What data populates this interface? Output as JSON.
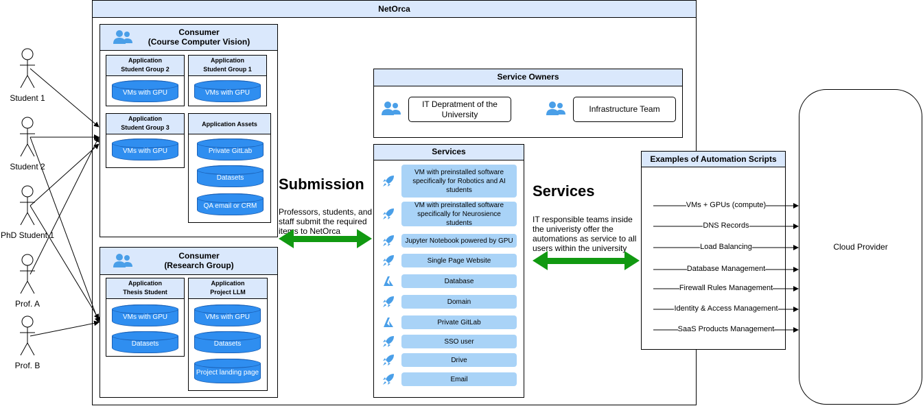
{
  "netorca": {
    "title": "NetOrca"
  },
  "actors": [
    "Student 1",
    "Student 2",
    "PhD Student 1",
    "Prof. A",
    "Prof. B"
  ],
  "consumer1": {
    "title": "Consumer\n(Course Computer Vision)",
    "apps": [
      {
        "title": "Application\nStudent Group 2",
        "items": [
          "VMs with GPU"
        ]
      },
      {
        "title": "Application\nStudent Group 1",
        "items": [
          "VMs with GPU"
        ]
      },
      {
        "title": "Application\nStudent Group 3",
        "items": [
          "VMs with GPU"
        ]
      },
      {
        "title": "Application Assets",
        "items": [
          "Private GitLab",
          "Datasets",
          "QA email or CRM"
        ]
      }
    ]
  },
  "consumer2": {
    "title": "Consumer\n(Research Group)",
    "apps": [
      {
        "title": "Application\nThesis Student",
        "items": [
          "VMs with GPU",
          "Datasets"
        ]
      },
      {
        "title": "Application\nProject LLM",
        "items": [
          "VMs with GPU",
          "Datasets",
          "Project landing page"
        ]
      }
    ]
  },
  "submission": {
    "heading": "Submission",
    "text": "Professors, students, and staff submit the required items to NetOrca"
  },
  "service_owners": {
    "title": "Service Owners",
    "owners": [
      "IT Depratment of the University",
      "Infrastructure Team"
    ]
  },
  "services": {
    "title": "Services",
    "items": [
      "VM with preinstalled software specifically for Robotics and AI students",
      "VM with preinstalled software specifically for Neurosience students",
      "Jupyter Notebook powered by GPU",
      "Single Page Website",
      "Database",
      "Domain",
      "Private GitLab",
      "SSO user",
      "Drive",
      "Email"
    ]
  },
  "services_note": {
    "heading": "Services",
    "text": "IT responsible teams inside the univeristy offer the automations as service to all users within the university"
  },
  "automation": {
    "title": "Examples of Automation Scripts",
    "scripts": [
      "VMs + GPUs (compute)",
      "DNS Records",
      "Load Balancing",
      "Database Management",
      "Firewall Rules Management",
      "Identity & Access Management",
      "SaaS Products Management"
    ]
  },
  "cloud": {
    "label": "Cloud Provider"
  },
  "colors": {
    "header": "#dae8fc",
    "cylinder": "#2f8ef0",
    "service_pill": "#a9d3f7",
    "arrow": "#119911",
    "icon": "#4a9fe8"
  }
}
